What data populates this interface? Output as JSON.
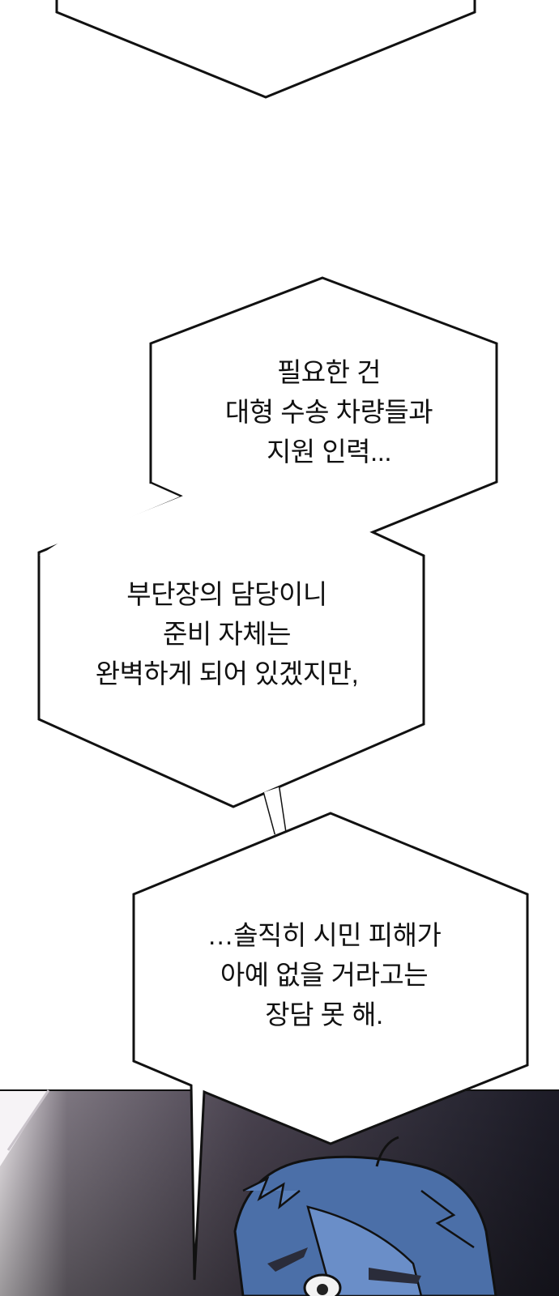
{
  "panel": {
    "bubbles": [
      {
        "lines": [
          "필요한 건",
          "대형 수송 차량들과",
          "지원 인력..."
        ]
      },
      {
        "lines": [
          "부단장의 담당이니",
          "준비 자체는",
          "완벽하게 되어 있겠지만,"
        ]
      },
      {
        "lines": [
          "…솔직히 시민 피해가",
          "아예 없을 거라고는",
          "장담 못 해."
        ]
      }
    ],
    "colors": {
      "background": "#ffffff",
      "outline": "#111111",
      "scene_dark": "#3a3640",
      "hair": "#4b6fa8"
    }
  }
}
